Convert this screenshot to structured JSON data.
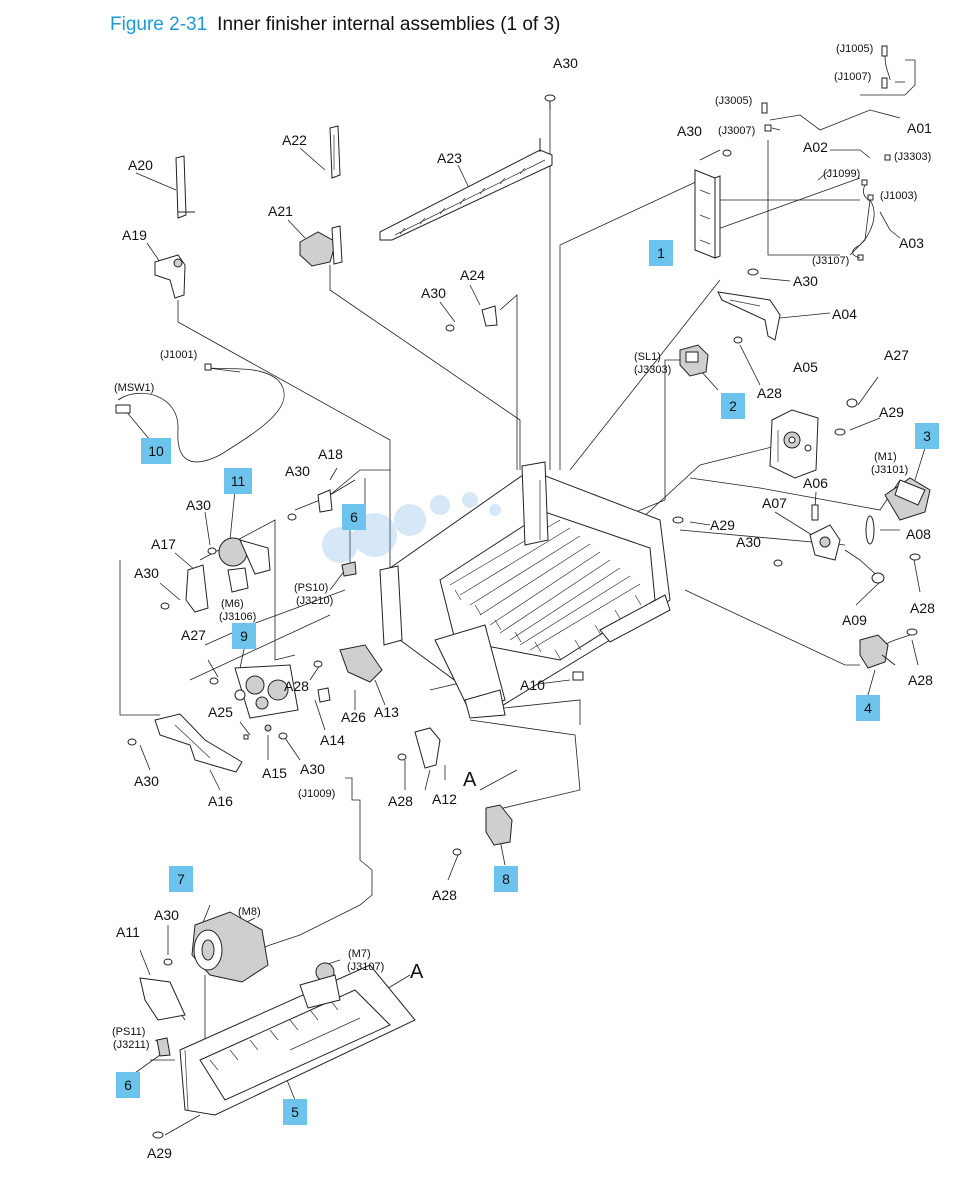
{
  "figure": {
    "number": "Figure 2-31",
    "title": "Inner finisher internal assemblies (1 of 3)"
  },
  "labels": {
    "a30_top": "A30",
    "a20": "A20",
    "a22": "A22",
    "a23": "A23",
    "a21": "A21",
    "a19": "A19",
    "a24": "A24",
    "a30_a24": "A30",
    "j1005": "(J1005)",
    "j1007": "(J1007)",
    "j3005": "(J3005)",
    "j3007": "(J3007)",
    "a01": "A01",
    "a30_r1": "A30",
    "a02": "A02",
    "j3303_r": "(J3303)",
    "j1099": "(J1099)",
    "j1003": "(J1003)",
    "a03": "A03",
    "j3107_r": "(J3107)",
    "a30_r2": "A30",
    "a04": "A04",
    "sl1": "(SL1)",
    "j3303_sl": "(J3303)",
    "a28_sl": "A28",
    "a05": "A05",
    "a27_r": "A27",
    "a29_r": "A29",
    "m1": "(M1)",
    "j3101": "(J3101)",
    "a06": "A06",
    "a07": "A07",
    "a08": "A08",
    "a29_mid": "A29",
    "a30_a07": "A30",
    "a09": "A09",
    "a28_a09": "A28",
    "a28_c4": "A28",
    "j1001": "(J1001)",
    "msw1": "(MSW1)",
    "a18": "A18",
    "a30_a18": "A30",
    "ps10": "(PS10)",
    "j3210": "(J3210)",
    "a30_c11": "A30",
    "a17": "A17",
    "a30_a17": "A30",
    "m6": "(M6)",
    "j3106": "(J3106)",
    "a27_l": "A27",
    "a28_l": "A28",
    "a25": "A25",
    "a26": "A26",
    "a13": "A13",
    "a14": "A14",
    "a15": "A15",
    "a30_a15": "A30",
    "a30_a16": "A30",
    "a16": "A16",
    "a10": "A10",
    "a_ref1": "A",
    "a28_a12": "A28",
    "a12": "A12",
    "j1009": "(J1009)",
    "a28_c8": "A28",
    "m8": "(M8)",
    "a30_a11": "A30",
    "a11": "A11",
    "m7": "(M7)",
    "j3107_b": "(J3107)",
    "a_ref2": "A",
    "ps11": "(PS11)",
    "j3211": "(J3211)",
    "a29_b": "A29"
  },
  "callouts": [
    "1",
    "2",
    "3",
    "4",
    "5",
    "6",
    "6",
    "7",
    "8",
    "9",
    "10",
    "11"
  ],
  "colors": {
    "title_accent": "#1a9ad6",
    "callout_fill": "#6cc4ec"
  }
}
